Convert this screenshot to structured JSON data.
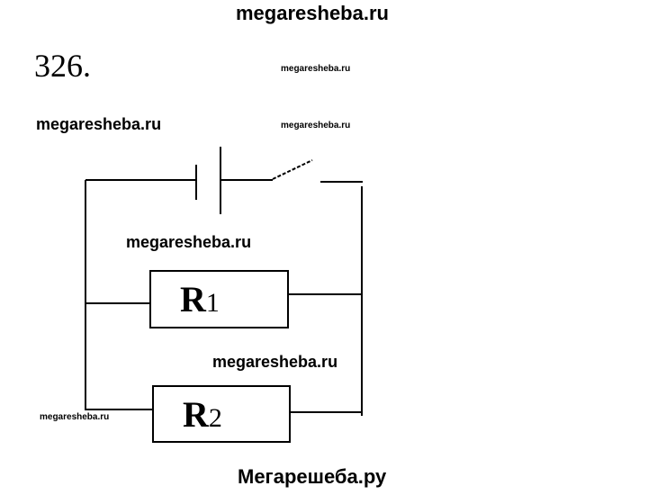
{
  "header": {
    "site": "megaresheba.ru"
  },
  "problem_number": "326.",
  "watermarks": [
    "megaresheba.ru",
    "megaresheba.ru",
    "megaresheba.ru",
    "megaresheba.ru",
    "megaresheba.ru",
    "megaresheba.ru"
  ],
  "circuit": {
    "r1": {
      "letter": "R",
      "index": "1"
    },
    "r2": {
      "letter": "R",
      "index": "2"
    }
  },
  "footer": {
    "site": "Мегарешеба.ру"
  }
}
